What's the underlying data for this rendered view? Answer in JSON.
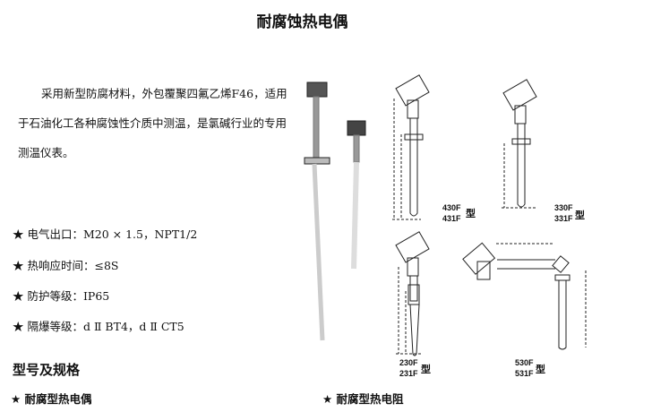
{
  "title": "耐腐蚀热电偶",
  "description": "采用新型防腐材料，外包覆聚四氟乙烯F46，适用于石油化工各种腐蚀性介质中测温，是氯碱行业的专用测温仪表。",
  "features": [
    "★ 电气出口：M20 × 1.5，NPT1/2",
    "★ 热响应时间：≤8S",
    "★ 防护等级：IP65",
    "★ 隔爆等级：d Ⅱ BT4，d Ⅱ CT5"
  ],
  "section_heading": "型号及规格",
  "subsections": [
    "★  耐腐型热电偶",
    "★  耐腐型热电阻"
  ],
  "diagrams": [
    {
      "models": [
        "430F",
        "431F"
      ],
      "suffix": "型"
    },
    {
      "models": [
        "330F",
        "331F"
      ],
      "suffix": "型"
    },
    {
      "models": [
        "230F",
        "231F"
      ],
      "suffix": "型"
    },
    {
      "models": [
        "530F",
        "531F"
      ],
      "suffix": "型"
    }
  ]
}
